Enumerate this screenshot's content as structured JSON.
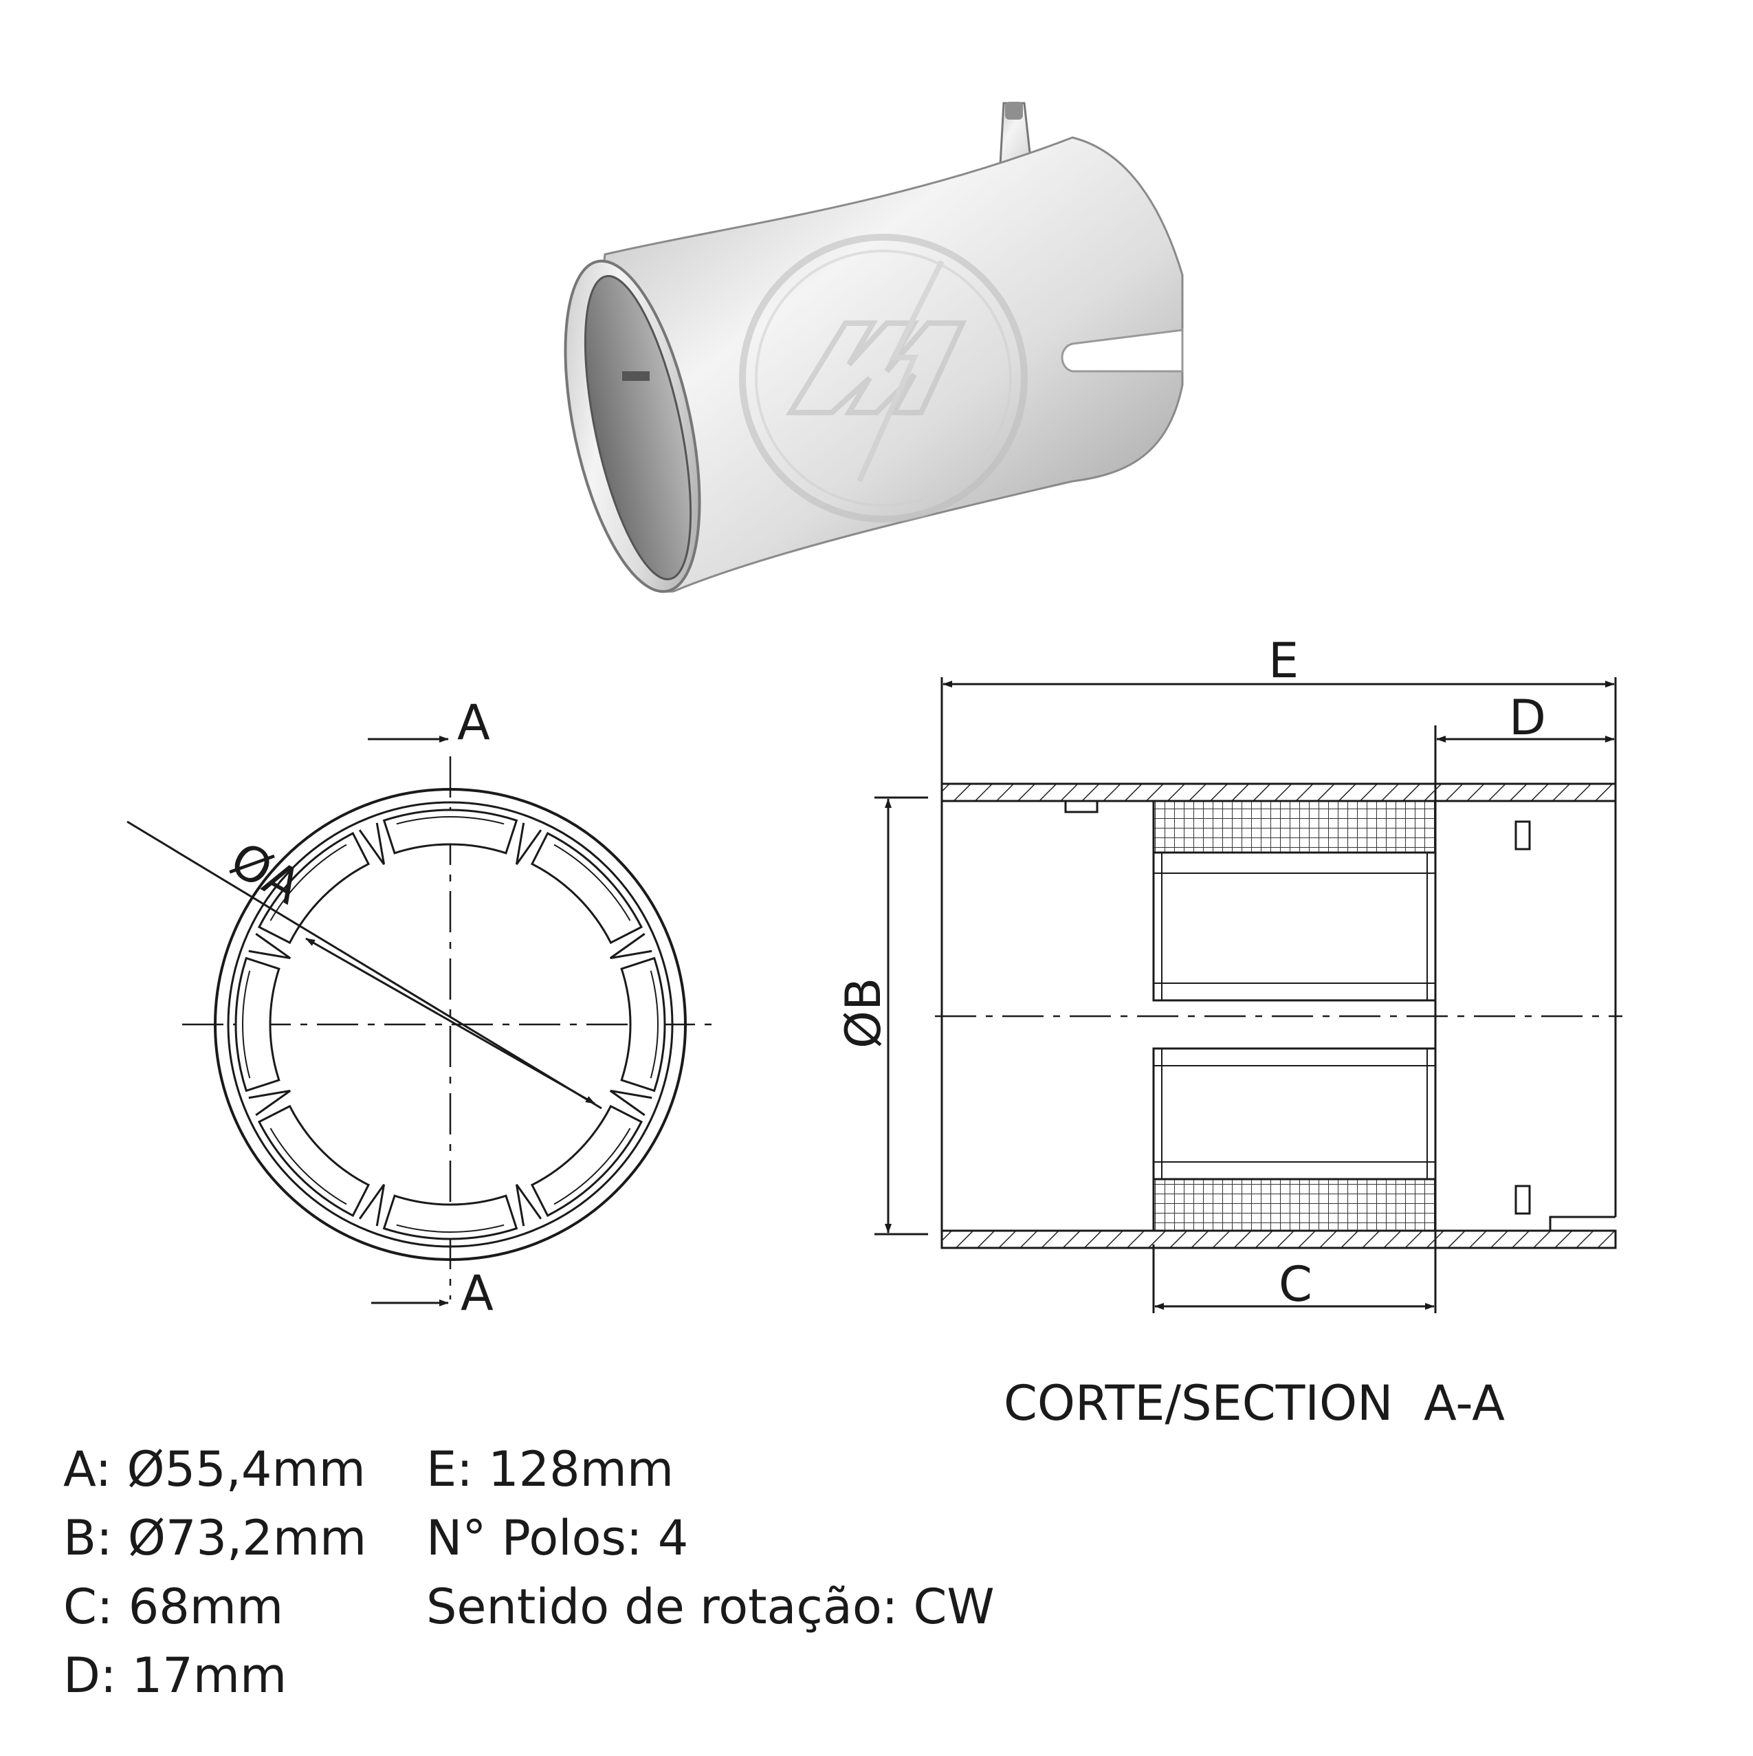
{
  "photo": {
    "watermark_icon": "zm-logo-watermark"
  },
  "front_view": {
    "section_label_top": "A",
    "section_label_bottom": "A",
    "diameter_label": "ØA"
  },
  "section_view": {
    "dim_e_label": "E",
    "dim_d_label": "D",
    "dim_b_label": "ØB",
    "dim_c_label": "C",
    "caption": "CORTE/SECTION  A-A"
  },
  "specs": {
    "a": "A: Ø55,4mm",
    "b": "B: Ø73,2mm",
    "c": "C: 68mm",
    "d": "D: 17mm",
    "e": "E: 128mm",
    "poles": "N° Polos: 4",
    "rotation": "Sentido de rotação: CW"
  }
}
